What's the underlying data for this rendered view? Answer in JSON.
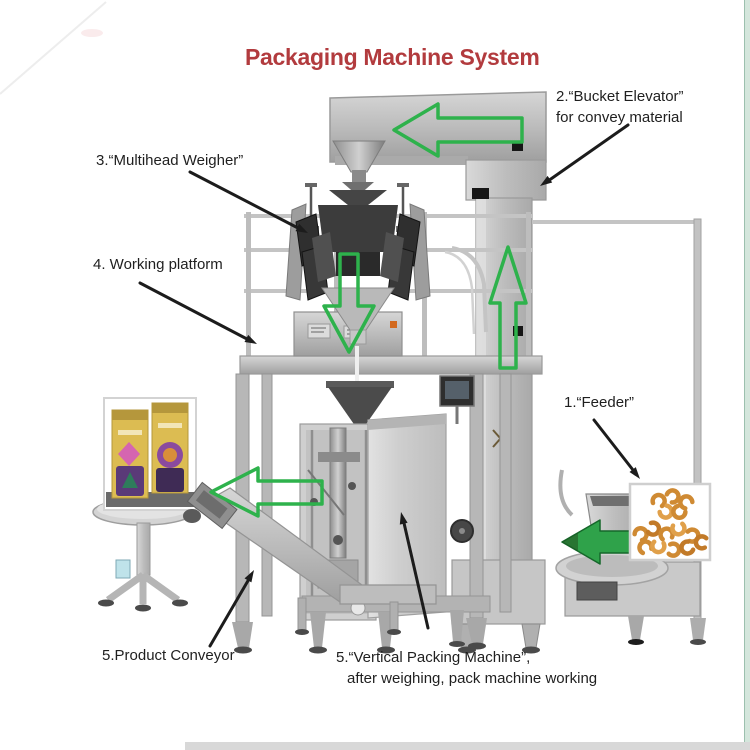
{
  "title": "Packaging Machine System",
  "labels": {
    "bucket_elevator": {
      "line1": "2.“Bucket Elevator”",
      "line2": "for convey material"
    },
    "multihead_weigher": {
      "text": "3.“Multihead Weigher”"
    },
    "working_platform": {
      "text": "4. Working platform"
    },
    "feeder": {
      "text": "1.“Feeder”"
    },
    "product_conveyor": {
      "text": "5.Product Conveyor"
    },
    "vertical_packing": {
      "line1": "5.“Vertical Packing Machine”,",
      "line2": "after weighing, pack machine working"
    }
  },
  "icons": {
    "flow-arrow-elevator-top": "green left arrow into elevator discharge arm",
    "flow-arrow-weigher-down": "green down arrow through multihead weigher",
    "flow-arrow-elevator-up": "green up arrow inside bucket elevator column",
    "flow-arrow-conveyor-left": "green left arrow at product conveyor head",
    "flow-arrow-feeder-left": "green left arrow from material into feeder bowl"
  },
  "colors": {
    "title-red": "#b23b3e",
    "arrow-green": "#2eb24c",
    "arrow-green-fill": "#2fa24a",
    "annotation-black": "#1c1c1c",
    "machine-gray": "#c9c9c9",
    "machine-dark": "#3a3a3a",
    "bag-gold": "#dcbc52",
    "bag-purple": "#5a3a78",
    "bag-pink": "#d565b0",
    "cashew-orange": "#cf8a33",
    "teal-strip": "#d4e6dc"
  }
}
